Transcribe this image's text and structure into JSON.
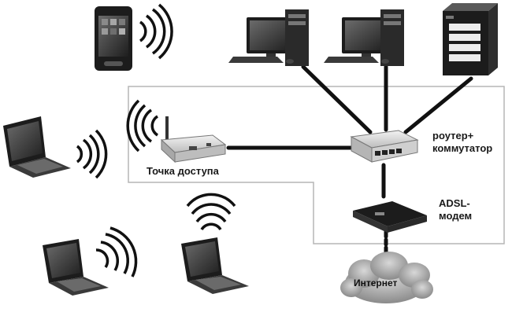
{
  "labels": {
    "access_point": "Точка доступа",
    "router_line1": "роутер+",
    "router_line2": "коммутатор",
    "adsl_line1": "ADSL-",
    "adsl_line2": "модем",
    "internet": "Интернет"
  },
  "icons": [
    "smartphone-icon",
    "laptop-icon",
    "desktop-pc-icon",
    "nas-server-icon",
    "wifi-waves-icon",
    "wireless-access-point-icon",
    "router-switch-icon",
    "adsl-modem-icon",
    "internet-cloud-icon"
  ],
  "colors": {
    "cable": "#111111",
    "device_dark": "#1c1c1c",
    "device_light": "#d9d9d9",
    "cloud": "#9e9e9e",
    "boundary": "#b5b5b5"
  }
}
